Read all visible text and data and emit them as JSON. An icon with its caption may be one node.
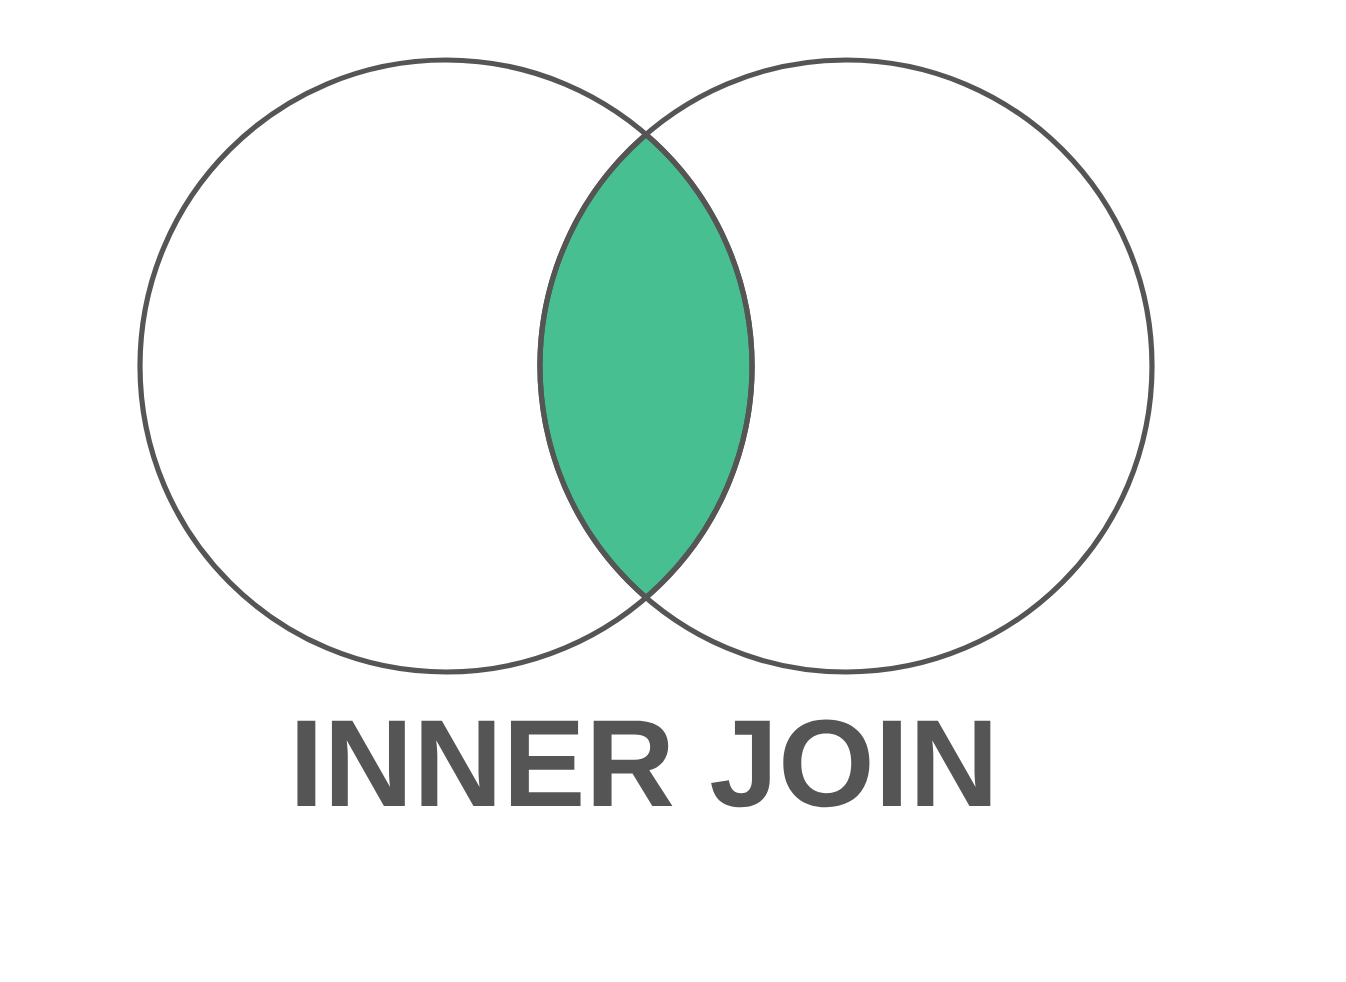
{
  "diagram": {
    "title": "INNER JOIN",
    "nodes": [
      {
        "text": [],
        "shape": "circle"
      },
      {
        "text": [],
        "shape": "circle"
      },
      {
        "text": [],
        "shape": "lens"
      }
    ]
  }
}
